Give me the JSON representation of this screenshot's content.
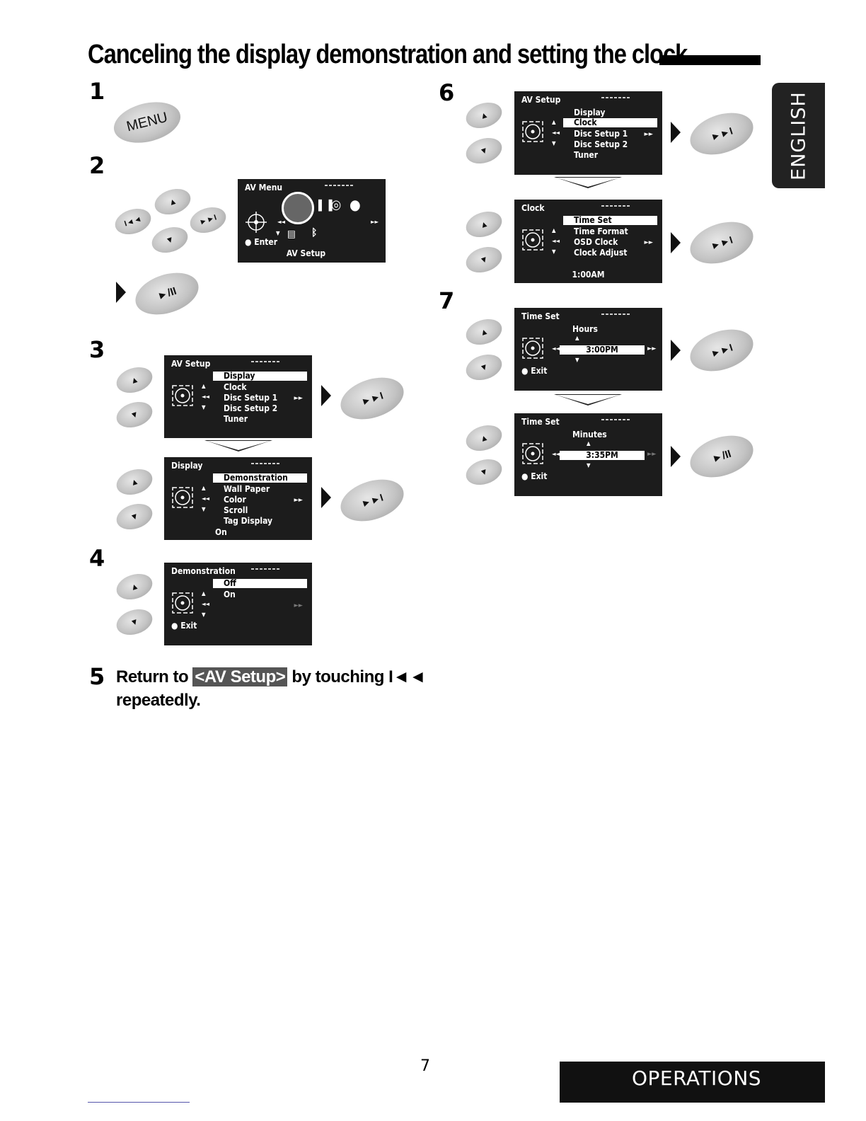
{
  "header": {
    "title": "Canceling the display demonstration and setting the clock"
  },
  "side_tab": {
    "label": "ENGLISH"
  },
  "footer": {
    "page_number": "7",
    "section": "OPERATIONS"
  },
  "steps": {
    "s1": "1",
    "s2": "2",
    "s3": "3",
    "s4": "4",
    "s5": "5",
    "s6": "6",
    "s7": "7"
  },
  "buttons": {
    "menu": "MENU",
    "play_pause": "►/II",
    "next": "►►I",
    "prev": "I◄◄",
    "up": "▲",
    "down": "▼"
  },
  "screens": {
    "av_menu": {
      "title": "AV Menu",
      "enter": "Enter",
      "footer": "AV Setup"
    },
    "av_setup_3": {
      "title": "AV Setup",
      "items": [
        "Display",
        "Clock",
        "Disc Setup 1",
        "Disc Setup 2",
        "Tuner"
      ]
    },
    "display_3": {
      "title": "Display",
      "items": [
        "Demonstration",
        "Wall Paper",
        "Color",
        "Scroll",
        "Tag Display"
      ],
      "footer": "On"
    },
    "demonstration_4": {
      "title": "Demonstration",
      "items": [
        "Off",
        "On"
      ],
      "exit": "Exit"
    },
    "av_setup_6": {
      "title": "AV Setup",
      "items": [
        "Display",
        "Clock",
        "Disc Setup 1",
        "Disc Setup 2",
        "Tuner"
      ]
    },
    "clock_6": {
      "title": "Clock",
      "items": [
        "Time Set",
        "Time Format",
        "OSD Clock",
        "Clock Adjust"
      ],
      "footer": "1:00AM"
    },
    "time_set_hours": {
      "title": "Time Set",
      "label": "Hours",
      "value": "3:00PM",
      "exit": "Exit"
    },
    "time_set_minutes": {
      "title": "Time Set",
      "label": "Minutes",
      "value": "3:35PM",
      "exit": "Exit"
    }
  },
  "step5": {
    "text_before": "Return to ",
    "highlight": "<AV Setup>",
    "text_after": " by touching ",
    "symbol": "I◄◄",
    "line2": "repeatedly."
  }
}
